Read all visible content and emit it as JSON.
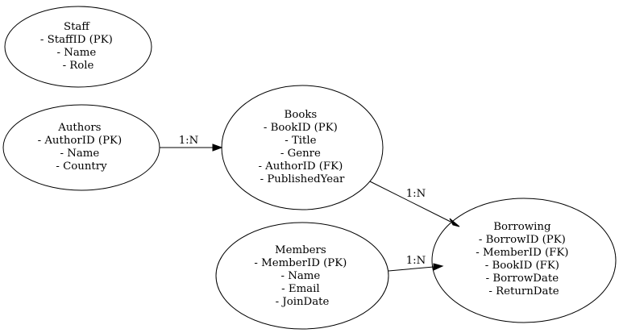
{
  "diagram": {
    "nodes": {
      "staff": {
        "lines": [
          "Staff",
          "- StaffID (PK)",
          "- Name",
          "- Role"
        ]
      },
      "authors": {
        "lines": [
          "Authors",
          "- AuthorID (PK)",
          "- Name",
          "- Country"
        ]
      },
      "books": {
        "lines": [
          "Books",
          "- BookID (PK)",
          "- Title",
          "- Genre",
          "- AuthorID (FK)",
          "- PublishedYear"
        ]
      },
      "members": {
        "lines": [
          "Members",
          "- MemberID (PK)",
          "- Name",
          "- Email",
          "- JoinDate"
        ]
      },
      "borrowing": {
        "lines": [
          "Borrowing",
          "- BorrowID (PK)",
          "- MemberID (FK)",
          "- BookID (FK)",
          "- BorrowDate",
          "- ReturnDate"
        ]
      }
    },
    "edges": {
      "authors_books": {
        "label": "1:N"
      },
      "books_borrowing": {
        "label": "1:N"
      },
      "members_borrowing": {
        "label": "1:N"
      }
    }
  }
}
